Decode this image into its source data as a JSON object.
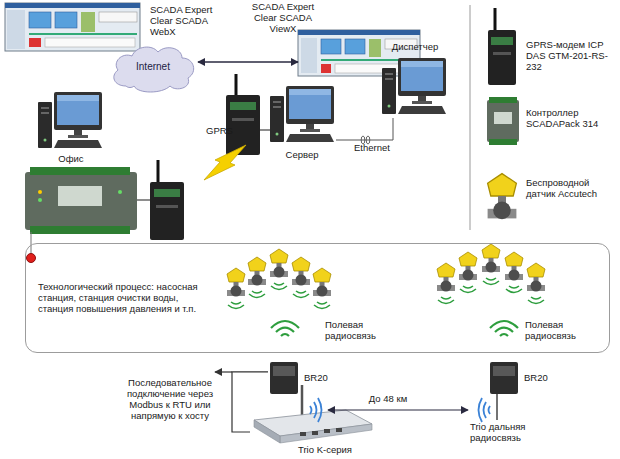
{
  "diagram": {
    "nodes": [
      {
        "text": [
          "SCADA Expert Clear SCADA WebX"
        ]
      },
      {
        "text": [
          "Internet"
        ]
      },
      {
        "text": [
          "SCADA Expert Clear SCADA ViewX"
        ]
      },
      {
        "text": [
          "Офис"
        ]
      },
      {
        "text": [
          "Сервер"
        ]
      },
      {
        "text": [
          "Диспетчер"
        ]
      },
      {
        "text": [
          "Технологический процесс: насосная станция, станция очистки воды, станция повышения давления и т.п."
        ]
      },
      {
        "text": [
          "Полевая радиосвязь"
        ],
        "in": 6
      },
      {
        "text": [
          "Полевая радиосвязь"
        ],
        "in": 6
      },
      {
        "text": [
          "BR20"
        ]
      },
      {
        "text": [
          "BR20"
        ]
      },
      {
        "text": [
          "Trio K-серия"
        ]
      },
      {
        "text": [
          "Trio дальняя радиосвязь"
        ]
      }
    ],
    "edges": [
      {
        "from": 1,
        "to": 2,
        "arrow": "both"
      },
      {
        "from": 4,
        "to": 5,
        "label": "Ethernet",
        "arrow": "none"
      },
      {
        "from": 9,
        "to": 11,
        "arrow": "none"
      },
      {
        "from": 11,
        "to": 12,
        "label": "До 48 км",
        "arrow": "both"
      },
      {
        "from": 10,
        "to": 12,
        "arrow": "none"
      }
    ],
    "labels": [
      "GPRS",
      "Последовательное подключение через Modbus к RTU или напрямую к хосту"
    ],
    "legend": [
      {
        "text": "GPRS-модем ICP DAS GTM-201-RS-232"
      },
      {
        "text": "Контроллер SCADAPack 314"
      },
      {
        "text": "Беспроводной датчик Accutech"
      }
    ]
  }
}
